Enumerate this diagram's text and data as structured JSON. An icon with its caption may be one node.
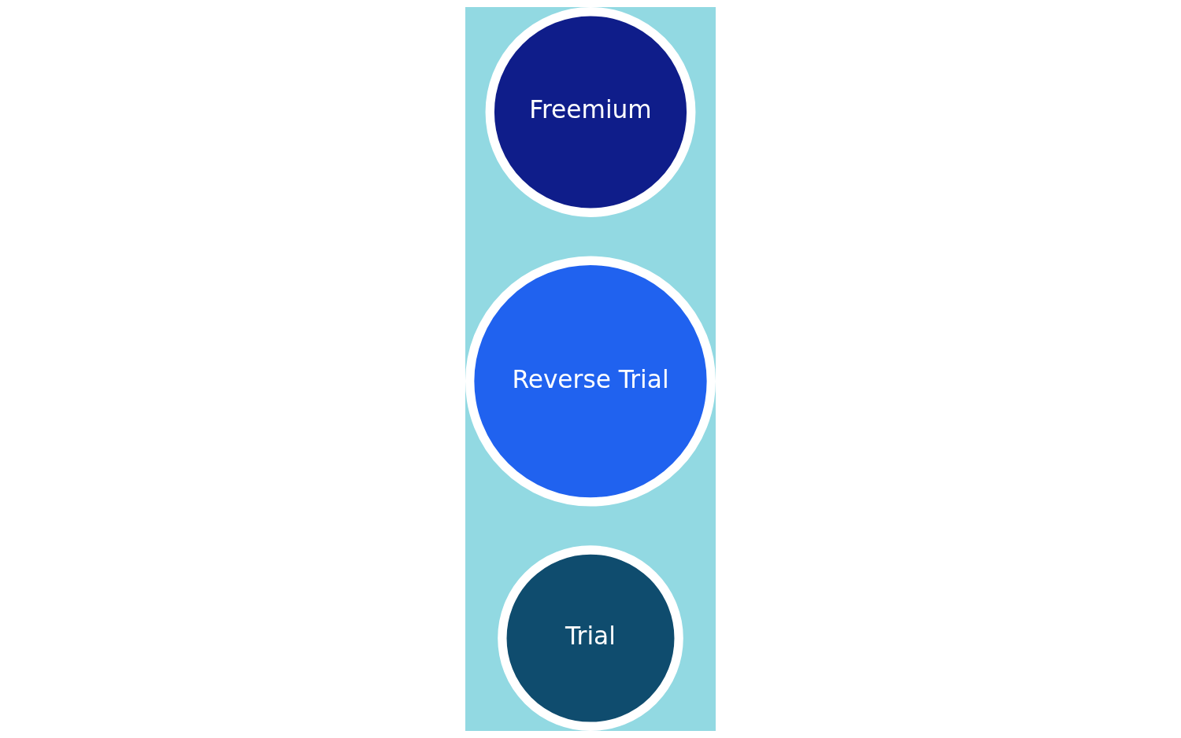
{
  "diagram": {
    "nodes": [
      {
        "text": [
          "Trial"
        ]
      },
      {
        "text": [
          "Reverse Trial"
        ]
      },
      {
        "text": [
          "Freemium"
        ]
      }
    ]
  }
}
